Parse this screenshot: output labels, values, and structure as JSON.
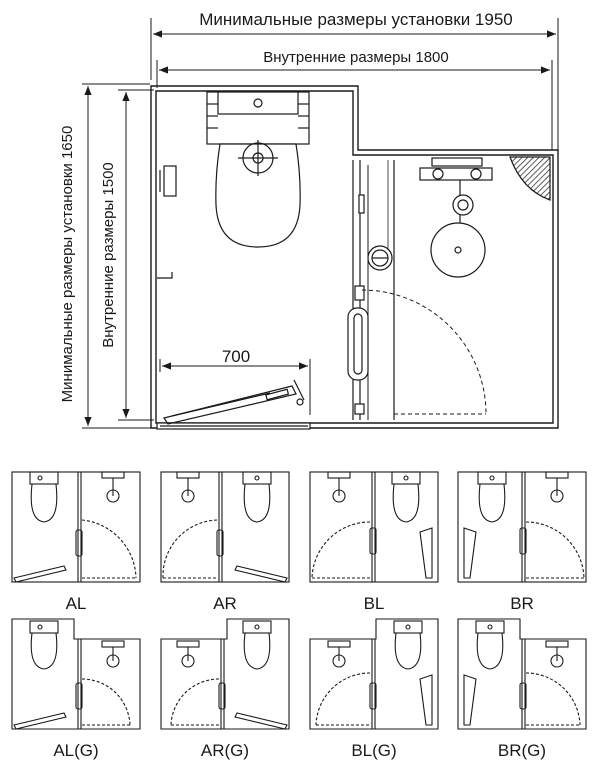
{
  "dimensions": {
    "min_install_width": "Минимальные размеры установки 1950",
    "inner_width": "Внутренние размеры 1800",
    "min_install_depth": "Минимальные размеры установки 1650",
    "inner_depth": "Внутренние размеры 1500",
    "door_width": "700"
  },
  "variants": [
    {
      "label": "AL"
    },
    {
      "label": "AR"
    },
    {
      "label": "BL"
    },
    {
      "label": "BR"
    },
    {
      "label": "AL(G)"
    },
    {
      "label": "AR(G)"
    },
    {
      "label": "BL(G)"
    },
    {
      "label": "BR(G)"
    }
  ],
  "colors": {
    "line": "#1a1a1a",
    "hatch": "#444444"
  }
}
